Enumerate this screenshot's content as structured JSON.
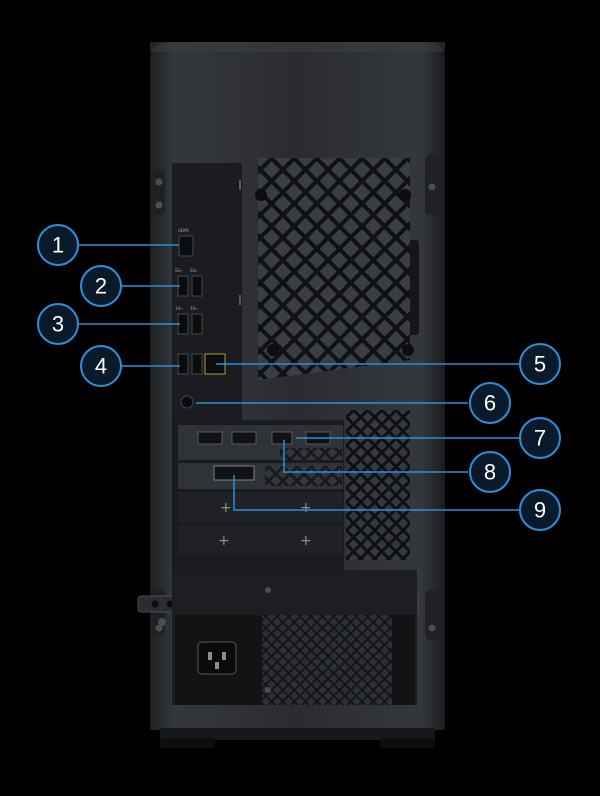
{
  "callouts": [
    {
      "num": "1"
    },
    {
      "num": "2"
    },
    {
      "num": "3"
    },
    {
      "num": "4"
    },
    {
      "num": "5"
    },
    {
      "num": "6"
    },
    {
      "num": "7"
    },
    {
      "num": "8"
    },
    {
      "num": "9"
    }
  ],
  "port_labels": {
    "hdmi": "HDMI",
    "usb_a": "SS←",
    "usb_b": "SS←",
    "usb_c": "10←",
    "usb_d": "10←"
  },
  "colors": {
    "background": "#000000",
    "chassis": "#2b2d30",
    "chassis_edge": "#3b3e42",
    "callout_stroke": "#2d8fd8",
    "callout_fill": "#0b1a2a"
  }
}
